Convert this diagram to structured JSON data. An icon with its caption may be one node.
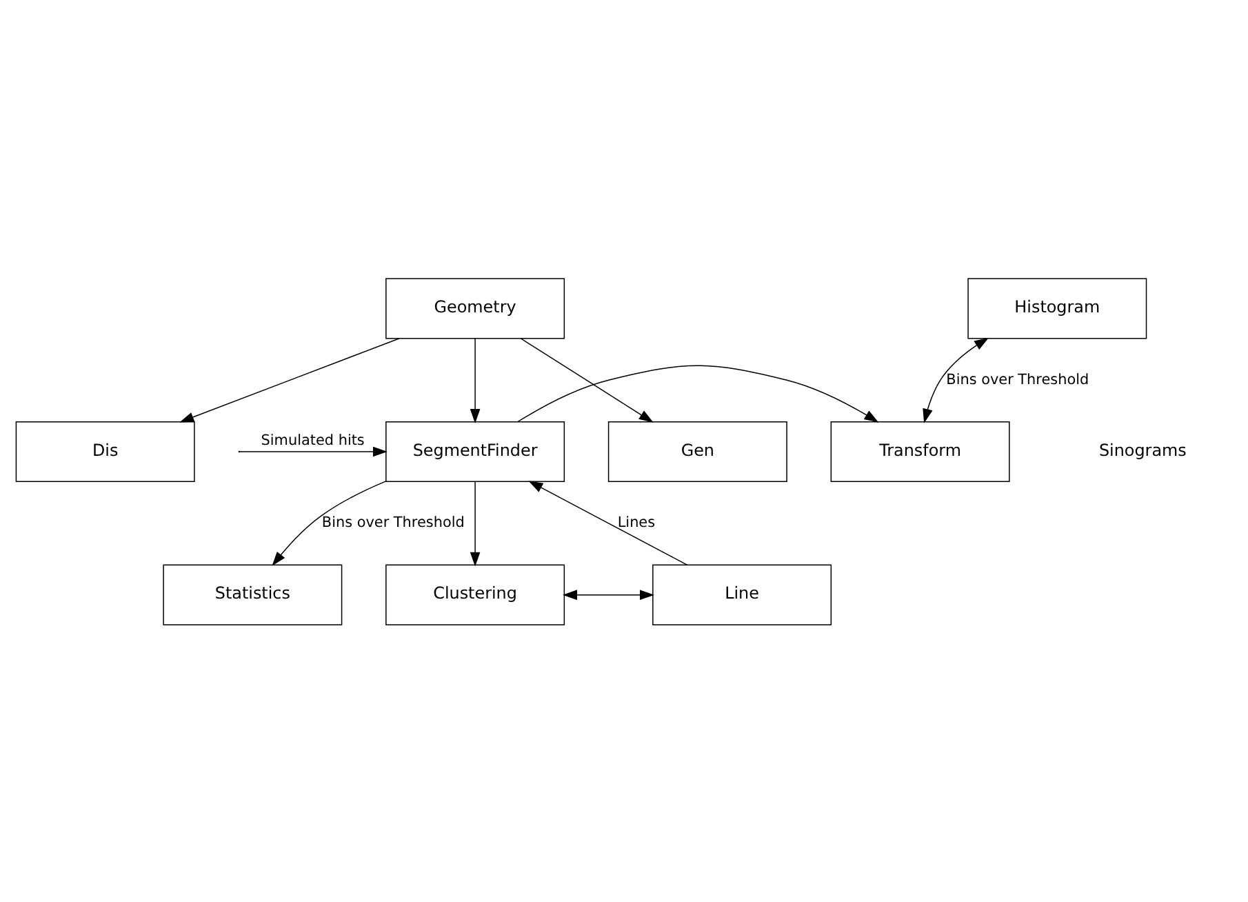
{
  "diagram": {
    "nodes": [
      {
        "text": [
          "Histogram"
        ]
      },
      {
        "text": [
          "Geometry"
        ]
      },
      {
        "text": [
          "Gen"
        ]
      },
      {
        "text": [
          "Transform"
        ]
      },
      {
        "text": [
          "SegmentFinder"
        ]
      },
      {
        "text": [
          "Statistics"
        ]
      },
      {
        "text": [
          "Clustering"
        ]
      },
      {
        "text": [
          "Line"
        ]
      },
      {
        "text": [
          "Dis"
        ]
      }
    ],
    "edges": [
      {
        "from": 0,
        "to": 3,
        "arrow": "both",
        "label": "Bins over Threshold"
      },
      {
        "from": 1,
        "to": 4,
        "arrow": "to"
      },
      {
        "from": 1,
        "to": 2,
        "arrow": "to"
      },
      {
        "from": 1,
        "to": 8,
        "arrow": "to"
      },
      {
        "from": 4,
        "to": 3,
        "arrow": "to"
      },
      {
        "from": null,
        "to": 4,
        "arrow": "to",
        "label": "Simulated hits"
      },
      {
        "from": 7,
        "to": 4,
        "arrow": "to",
        "label": "Lines"
      },
      {
        "from": 4,
        "to": 5,
        "arrow": "to",
        "label": "Bins over Threshold"
      },
      {
        "from": 4,
        "to": 6,
        "arrow": "to"
      },
      {
        "from": 6,
        "to": 7,
        "arrow": "both"
      }
    ],
    "labels": [
      "Sinograms"
    ]
  }
}
